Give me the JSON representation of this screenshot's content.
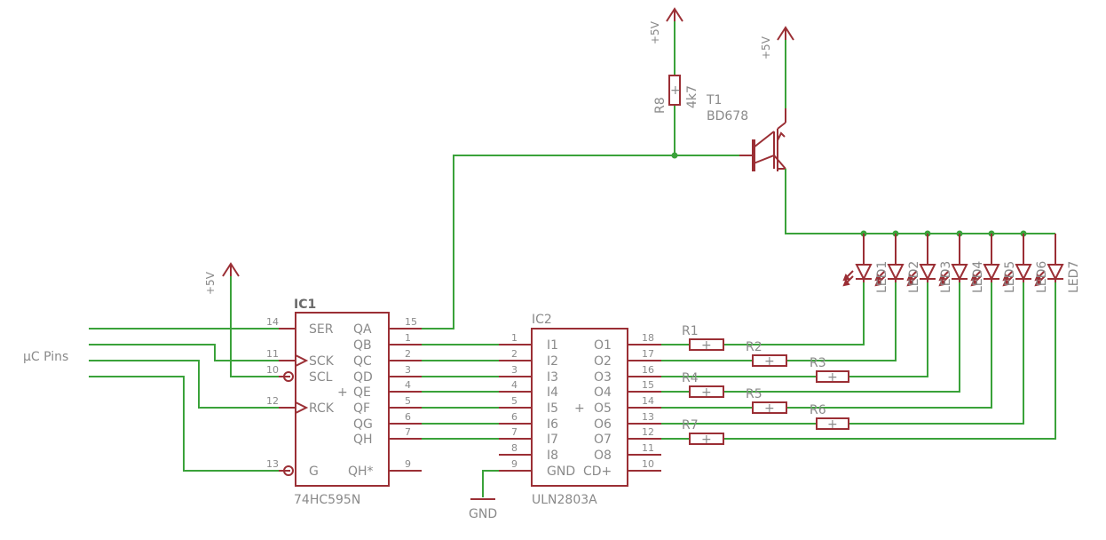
{
  "colors": {
    "wire": "#3aa23a",
    "symbol": "#9b2f35",
    "label": "#8a8a8a",
    "background": "#ffffff"
  },
  "supply_label": "+5V",
  "ground_label": "GND",
  "uc_pins_label": "µC Pins",
  "ic1": {
    "name": "IC1",
    "part": "74HC595N",
    "left_pins": [
      {
        "num": "14",
        "name": "SER"
      },
      {
        "num": "11",
        "name": "SCK"
      },
      {
        "num": "10",
        "name": "SCL"
      },
      {
        "num": "12",
        "name": "RCK"
      },
      {
        "num": "13",
        "name": "G"
      }
    ],
    "right_pins": [
      {
        "num": "15",
        "name": "QA"
      },
      {
        "num": "1",
        "name": "QB"
      },
      {
        "num": "2",
        "name": "QC"
      },
      {
        "num": "3",
        "name": "QD"
      },
      {
        "num": "4",
        "name": "QE"
      },
      {
        "num": "5",
        "name": "QF"
      },
      {
        "num": "6",
        "name": "QG"
      },
      {
        "num": "7",
        "name": "QH"
      },
      {
        "num": "9",
        "name": "QH*"
      }
    ]
  },
  "ic2": {
    "name": "IC2",
    "part": "ULN2803A",
    "left_pins": [
      {
        "num": "1",
        "name": "I1"
      },
      {
        "num": "2",
        "name": "I2"
      },
      {
        "num": "3",
        "name": "I3"
      },
      {
        "num": "4",
        "name": "I4"
      },
      {
        "num": "5",
        "name": "I5"
      },
      {
        "num": "6",
        "name": "I6"
      },
      {
        "num": "7",
        "name": "I7"
      },
      {
        "num": "8",
        "name": "I8"
      },
      {
        "num": "9",
        "name": "GND"
      }
    ],
    "right_pins": [
      {
        "num": "18",
        "name": "O1"
      },
      {
        "num": "17",
        "name": "O2"
      },
      {
        "num": "16",
        "name": "O3"
      },
      {
        "num": "15",
        "name": "O4"
      },
      {
        "num": "14",
        "name": "O5"
      },
      {
        "num": "13",
        "name": "O6"
      },
      {
        "num": "12",
        "name": "O7"
      },
      {
        "num": "11",
        "name": "O8"
      },
      {
        "num": "10",
        "name": "CD+"
      }
    ]
  },
  "resistors": [
    "R1",
    "R2",
    "R3",
    "R4",
    "R5",
    "R6",
    "R7"
  ],
  "r8": {
    "name": "R8",
    "value": "4k7"
  },
  "transistor": {
    "name": "T1",
    "part": "BD678"
  },
  "leds": [
    "LED1",
    "LED2",
    "LED3",
    "LED4",
    "LED5",
    "LED6",
    "LED7"
  ]
}
